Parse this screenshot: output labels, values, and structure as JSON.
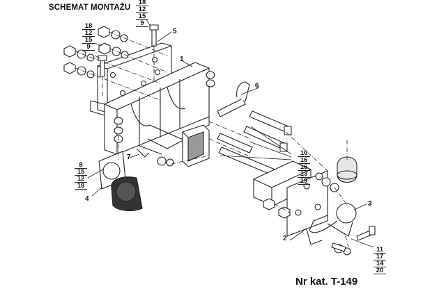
{
  "title": "SCHEMAT MONTAŻU",
  "catalog_number": "Nr kat. T-149",
  "callouts": {
    "c1": "1",
    "c2": "2",
    "c3": "3",
    "c4": "4",
    "c5": "5",
    "c6": "6",
    "c7": "7"
  },
  "stacks": {
    "top": [
      "18",
      "12",
      "15",
      "9"
    ],
    "left_upper": [
      "18",
      "12",
      "15",
      "9"
    ],
    "left_lower": [
      "8",
      "15",
      "12",
      "18"
    ],
    "right_middle": [
      "10",
      "16",
      "16",
      "13",
      "19"
    ],
    "bottom_right": [
      "11",
      "17",
      "14",
      "20"
    ]
  }
}
